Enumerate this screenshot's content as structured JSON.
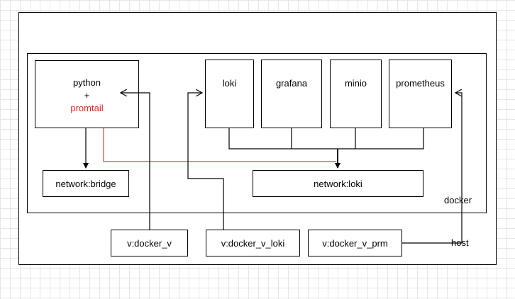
{
  "containers": {
    "host_label": "host",
    "docker_label": "docker"
  },
  "nodes": {
    "python": "python",
    "plus": "+",
    "promtail": "promtail",
    "loki": "loki",
    "grafana": "grafana",
    "minio": "minio",
    "prometheus": "prometheus",
    "network_bridge": "network:bridge",
    "network_loki": "network:loki",
    "v_docker_v": "v:docker_v",
    "v_docker_v_loki": "v:docker_v_loki",
    "v_docker_v_prm": "v:docker_v_prm"
  },
  "colors": {
    "promtail_text": "#d4311e",
    "promtail_edge": "#e1412f",
    "edge": "#000000"
  }
}
